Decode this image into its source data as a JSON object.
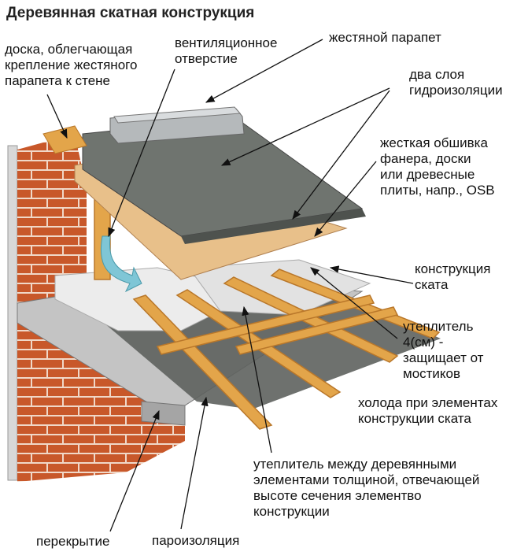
{
  "title": "Деревянная скатная конструкция",
  "labels": {
    "board": "доска, облегчающая\nкрепление жестяного\nпарапета к стене",
    "vent": "вентиляционное\nотверстие",
    "parapet": "жестяной парапет",
    "waterproof": "два слоя\nгидроизоляции",
    "sheathing": "жесткая обшивка\nфанера, доски\nили древесные\nплиты, напр., OSB",
    "slope": "конструкция\nската",
    "insul4": "утеплитель\n4(см) -\nзащищает от\nмостиков",
    "cold": "холода при элементах\nконструкции ската",
    "insulBetween": "утеплитель между деревянными\nэлементами толщиной, отвечающей\nвысоте сечения элементво\nконструкции",
    "slab": "перекрытие",
    "vapor": "пароизоляция"
  },
  "colors": {
    "brick": "#c8582a",
    "brickMortar": "#f0d8c8",
    "timber": "#e3a54a",
    "timberDark": "#b9772a",
    "membrane": "#6f746f",
    "sheathing": "#e8c08a",
    "insulation": "#e8e8e8",
    "concrete": "#b8b8b8",
    "vapor": "#5e625e",
    "arrow": "#7fc6d6"
  }
}
